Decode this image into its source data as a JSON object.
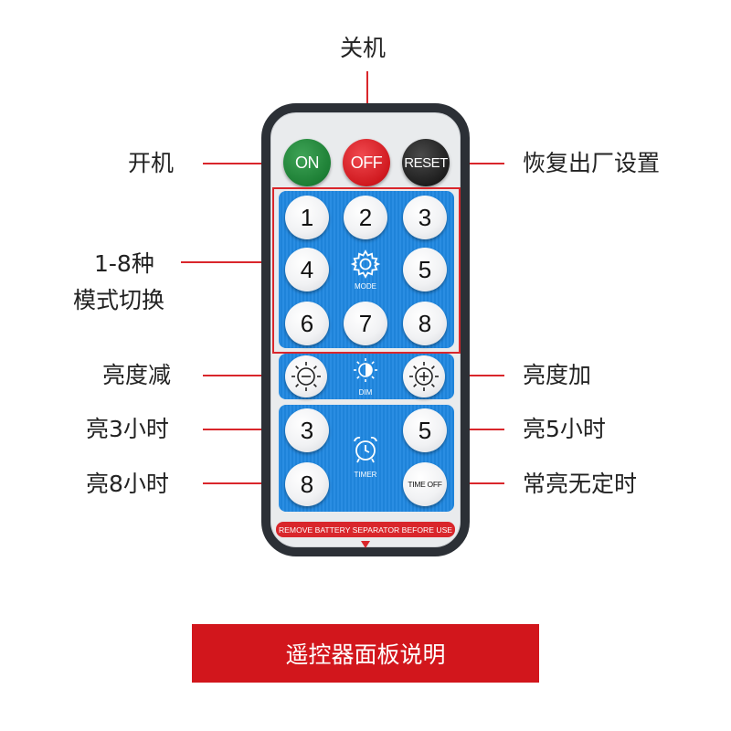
{
  "annotations": {
    "power_off": "关机",
    "power_on": "开机",
    "factory_reset": "恢复出厂设置",
    "mode_switch_line1": "1-8种",
    "mode_switch_line2": "模式切换",
    "brightness_down": "亮度减",
    "brightness_up": "亮度加",
    "on_3h": "亮3小时",
    "on_5h": "亮5小时",
    "on_8h": "亮8小时",
    "always_on": "常亮无定时"
  },
  "remote": {
    "buttons": {
      "on": "ON",
      "off": "OFF",
      "reset": "RESET",
      "mode_numbers": [
        "1",
        "2",
        "3",
        "4",
        "5",
        "6",
        "7",
        "8"
      ],
      "timer_3": "3",
      "timer_5": "5",
      "timer_8": "8",
      "time_off": "TIME OFF"
    },
    "labels": {
      "mode": "MODE",
      "dim": "DIM",
      "timer": "TIMER"
    },
    "battery_strip": "REMOVE BATTERY SEPARATOR BEFORE USE"
  },
  "banner": "遥控器面板说明",
  "colors": {
    "accent_red": "#d9262b",
    "panel_blue": "#1f87e0",
    "remote_frame": "#2c3036",
    "on_green": "#1d7f35",
    "off_red": "#d0191f",
    "reset_black": "#1e1e1e"
  },
  "icons": [
    "gear-icon",
    "sun-minus-icon",
    "sun-half-icon",
    "sun-plus-icon",
    "alarm-clock-icon",
    "down-arrow-icon"
  ]
}
